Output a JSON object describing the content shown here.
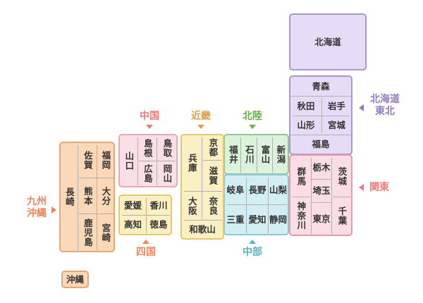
{
  "colors": {
    "hokkaido": "#e6dcf7",
    "tohoku": "#e6dcf7",
    "kanto": "#fbdde6",
    "chubu_hokuriku": "#dcf2dc",
    "chubu": "#d3eef3",
    "kinki": "#fbf0c3",
    "chugoku": "#fbdfe6",
    "shikoku": "#fbf0c3",
    "kyushu": "#fad8b8",
    "label_purple": "#8f7cc4",
    "label_pink": "#f07878",
    "label_orange": "#f0845c",
    "label_kinki": "#e0a050",
    "label_green": "#6ab04c",
    "label_teal": "#5ab4c4"
  },
  "prefectures": {
    "hokkaido": "北海道",
    "aomori": "青森",
    "akita": "秋田",
    "iwate": "岩手",
    "yamagata": "山形",
    "miyagi": "宮城",
    "fukushima": "福島",
    "gunma": "群馬",
    "tochigi": "栃木",
    "ibaraki": "茨城",
    "saitama": "埼玉",
    "kanagawa": "神奈川",
    "tokyo": "東京",
    "chiba": "千葉",
    "fukui": "福井",
    "ishikawa": "石川",
    "toyama": "富山",
    "niigata": "新潟",
    "gifu": "岐阜",
    "nagano": "長野",
    "yamanashi": "山梨",
    "mie": "三重",
    "aichi": "愛知",
    "shizuoka": "静岡",
    "hyogo": "兵庫",
    "kyoto": "京都",
    "shiga": "滋賀",
    "osaka": "大阪",
    "nara": "奈良",
    "wakayama": "和歌山",
    "yamaguchi": "山口",
    "shimane": "島根",
    "tottori": "鳥取",
    "hiroshima": "広島",
    "okayama": "岡山",
    "ehime": "愛媛",
    "kagawa": "香川",
    "kochi": "高知",
    "tokushima": "徳島",
    "saga": "佐賀",
    "fukuoka": "福岡",
    "nagasaki": "長崎",
    "kumamoto": "熊本",
    "oita": "大分",
    "kagoshima": "鹿児島",
    "miyazaki": "宮崎",
    "okinawa": "沖縄"
  },
  "regions": {
    "hokkaido_tohoku": "北海道\n東北",
    "kanto": "関東",
    "chugoku": "中国",
    "kinki": "近畿",
    "hokuriku": "北陸",
    "chubu": "中部",
    "shikoku": "四国",
    "kyushu_okinawa": "九州\n沖縄"
  }
}
